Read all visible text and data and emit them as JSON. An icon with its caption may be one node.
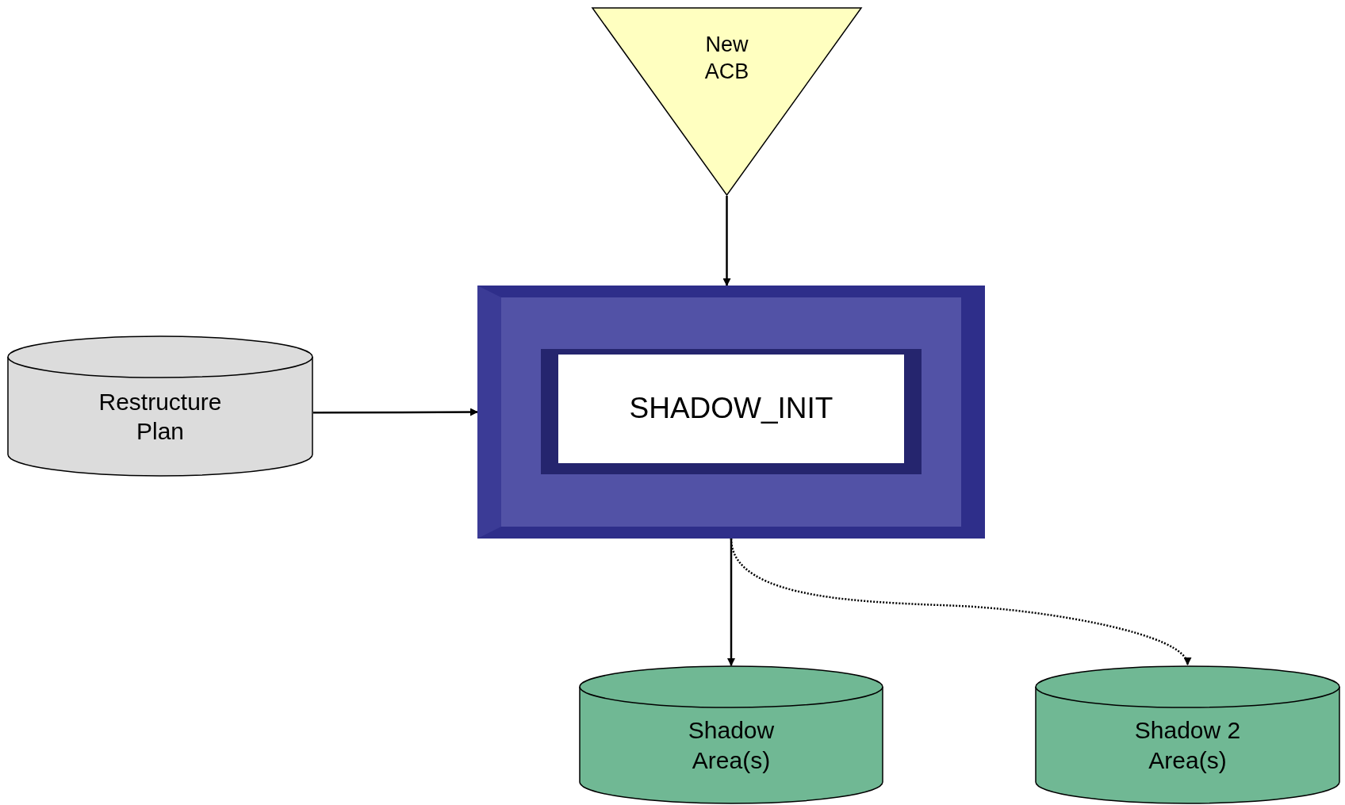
{
  "diagram": {
    "nodes": [
      {
        "text": [
          "New ACB"
        ]
      },
      {
        "text": [
          "SHADOW_INIT"
        ]
      },
      {
        "text": [
          "Restructure Plan"
        ]
      },
      {
        "text": [
          "Shadow Area(s)"
        ]
      },
      {
        "text": [
          "Shadow 2 Area(s)"
        ]
      }
    ],
    "edges": [
      {
        "from": 0,
        "to": 1,
        "arrow": "to"
      },
      {
        "from": 2,
        "to": 1,
        "arrow": "to"
      },
      {
        "from": 1,
        "to": 3,
        "arrow": "to"
      },
      {
        "from": 1,
        "to": 4,
        "arrow": "to",
        "style": "dashed"
      }
    ]
  }
}
